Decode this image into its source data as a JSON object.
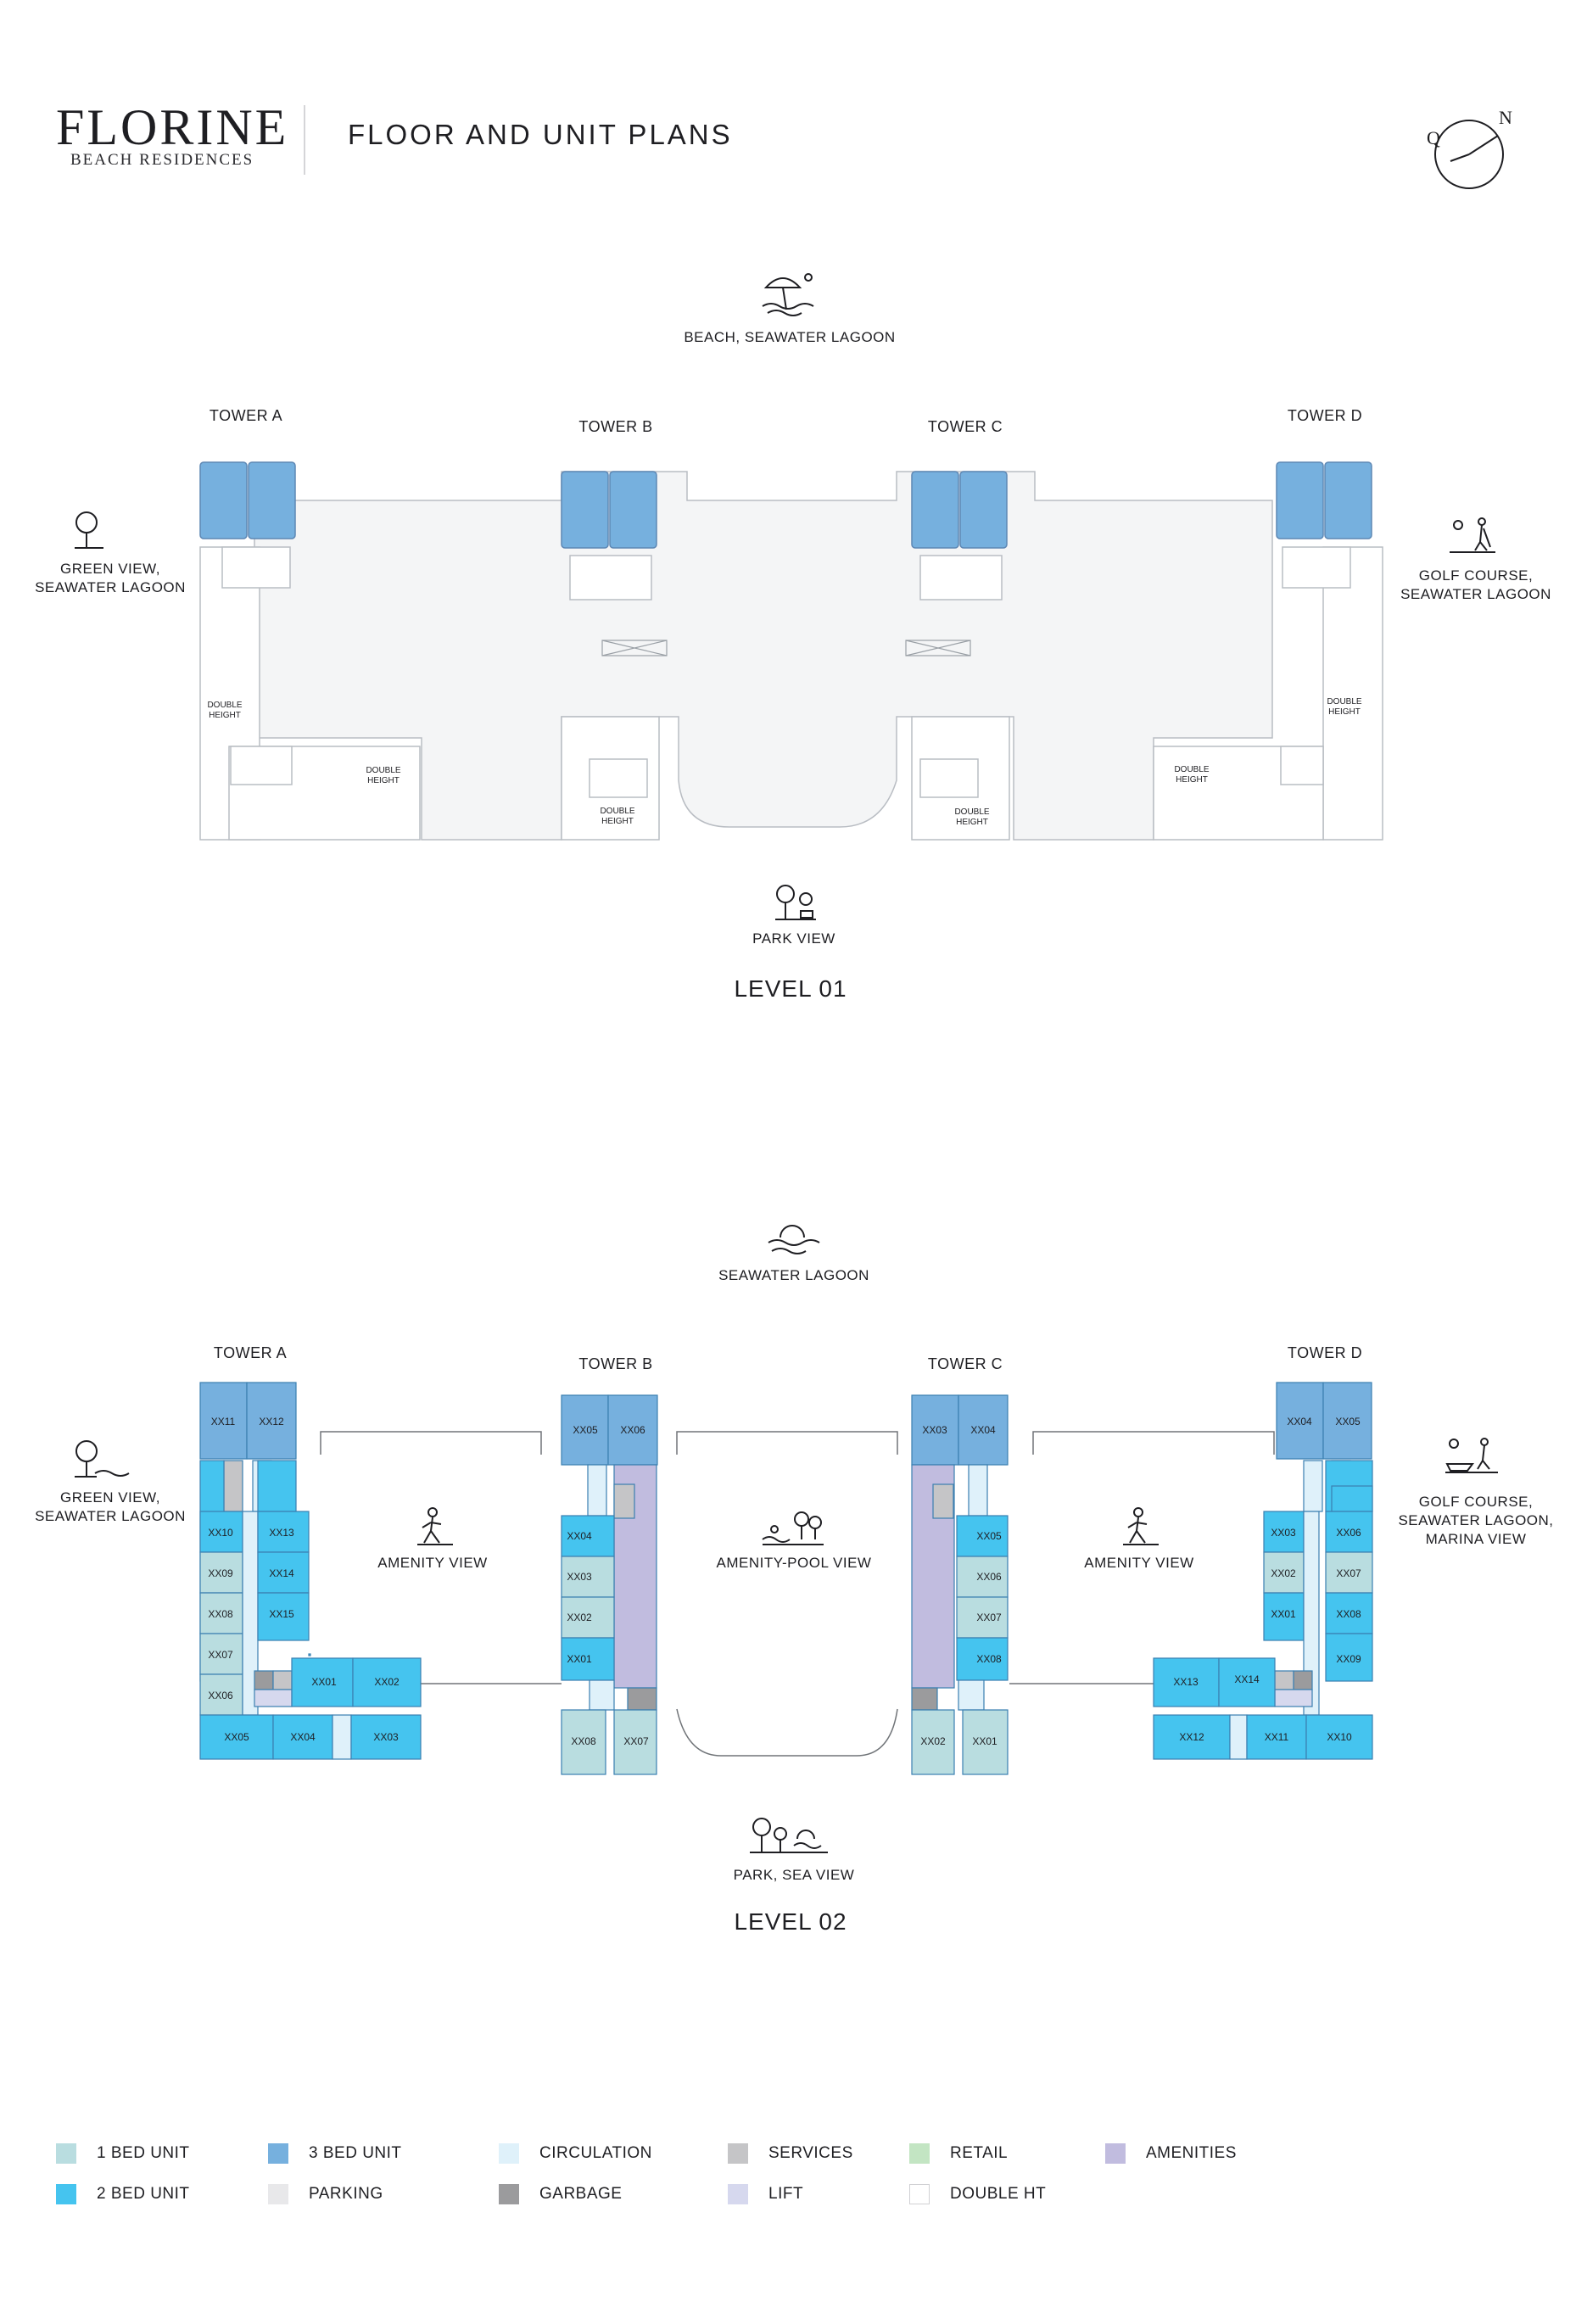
{
  "header": {
    "brand_name": "FLORINE",
    "brand_sub": "BEACH RESIDENCES",
    "title": "FLOOR AND UNIT PLANS",
    "compass_q": "Q",
    "compass_n": "N"
  },
  "level01": {
    "title": "LEVEL 01",
    "views": {
      "top": "BEACH, SEAWATER LAGOON",
      "left": "GREEN VIEW,\nSEAWATER LAGOON",
      "right": "GOLF COURSE,\nSEAWATER LAGOON",
      "bottom": "PARK VIEW"
    },
    "towers": [
      "TOWER A",
      "TOWER B",
      "TOWER C",
      "TOWER D"
    ],
    "double_height": "DOUBLE\nHEIGHT"
  },
  "level02": {
    "title": "LEVEL 02",
    "views": {
      "top": "SEAWATER LAGOON",
      "left": "GREEN VIEW,\nSEAWATER LAGOON",
      "right": "GOLF COURSE,\nSEAWATER LAGOON,\nMARINA VIEW",
      "bottom": "PARK, SEA VIEW",
      "amenity_left": "AMENITY VIEW",
      "amenity_center": "AMENITY-POOL VIEW",
      "amenity_right": "AMENITY VIEW"
    },
    "towers": [
      "TOWER A",
      "TOWER B",
      "TOWER C",
      "TOWER D"
    ],
    "units": {
      "a": [
        "XX11",
        "XX12",
        "XX10",
        "XX13",
        "XX09",
        "XX14",
        "XX08",
        "XX15",
        "XX07",
        "XX06",
        "XX01",
        "XX02",
        "XX05",
        "XX04",
        "XX03"
      ],
      "b": [
        "XX05",
        "XX06",
        "XX04",
        "XX03",
        "XX02",
        "XX01",
        "XX08",
        "XX07"
      ],
      "c": [
        "XX03",
        "XX04",
        "XX05",
        "XX06",
        "XX07",
        "XX08",
        "XX02",
        "XX01"
      ],
      "d": [
        "XX04",
        "XX05",
        "XX03",
        "XX06",
        "XX02",
        "XX07",
        "XX01",
        "XX08",
        "XX09",
        "XX13",
        "XX14",
        "XX12",
        "XX11",
        "XX10"
      ]
    }
  },
  "legend": [
    {
      "label": "1 BED UNIT",
      "color": "#b9dde0"
    },
    {
      "label": "2 BED UNIT",
      "color": "#45c4ef"
    },
    {
      "label": "3 BED UNIT",
      "color": "#76b0de"
    },
    {
      "label": "PARKING",
      "color": "#e8e8ea"
    },
    {
      "label": "CIRCULATION",
      "color": "#dff1fa"
    },
    {
      "label": "GARBAGE",
      "color": "#9b9b9d"
    },
    {
      "label": "SERVICES",
      "color": "#c5c5c7"
    },
    {
      "label": "LIFT",
      "color": "#d6d8ee"
    },
    {
      "label": "RETAIL",
      "color": "#c3e5c3"
    },
    {
      "label": "DOUBLE HT",
      "color": "#ffffff"
    },
    {
      "label": "AMENITIES",
      "color": "#c1bcdf"
    }
  ]
}
